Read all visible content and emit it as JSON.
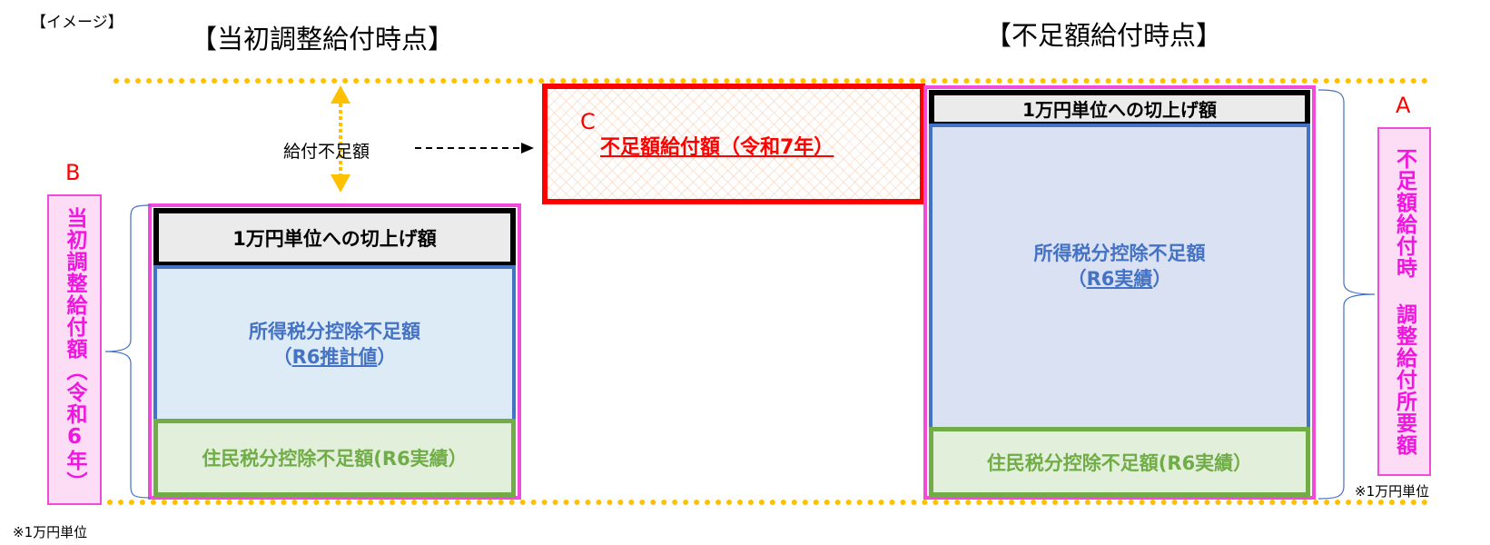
{
  "image_tag": "【イメージ】",
  "headings": {
    "initial": "【当初調整給付時点】",
    "shortfall": "【不足額給付時点】"
  },
  "colors": {
    "dotted_guide": "#FFC000",
    "stack_outline": "#F04BDB",
    "round_up_border": "#000000",
    "income_tax_border": "#4472C4",
    "resident_tax_border": "#70AD47",
    "shortfall_box_border": "#FF0000",
    "label_text": "#F016E0",
    "letter": "#FF0000"
  },
  "gap": {
    "label": "給付不足額",
    "arrow_icon": "dashed-right-arrow"
  },
  "left_stack": {
    "round_up": "1万円単位への切上げ額",
    "income_tax_line1": "所得税分控除不足額",
    "income_tax_line2_open": "（",
    "income_tax_line2_value": "R6推計値",
    "income_tax_line2_close": "）",
    "resident_tax": "住民税分控除不足額(R6実績）"
  },
  "shortfall_box": {
    "letter": "C",
    "title": "不足額給付額（令和7年）"
  },
  "right_stack": {
    "round_up": "1万円単位への切上げ額",
    "income_tax_line1": "所得税分控除不足額",
    "income_tax_line2_open": "（",
    "income_tax_line2_value": "R6実績",
    "income_tax_line2_close": "）",
    "resident_tax": "住民税分控除不足額(R6実績）"
  },
  "label_b": {
    "letter": "B",
    "text": "当初調整給付額（令和6年）",
    "note": "※1万円単位"
  },
  "label_a": {
    "letter": "A",
    "text": "不足額給付時 調整給付所要額",
    "note": "※1万円単位"
  }
}
